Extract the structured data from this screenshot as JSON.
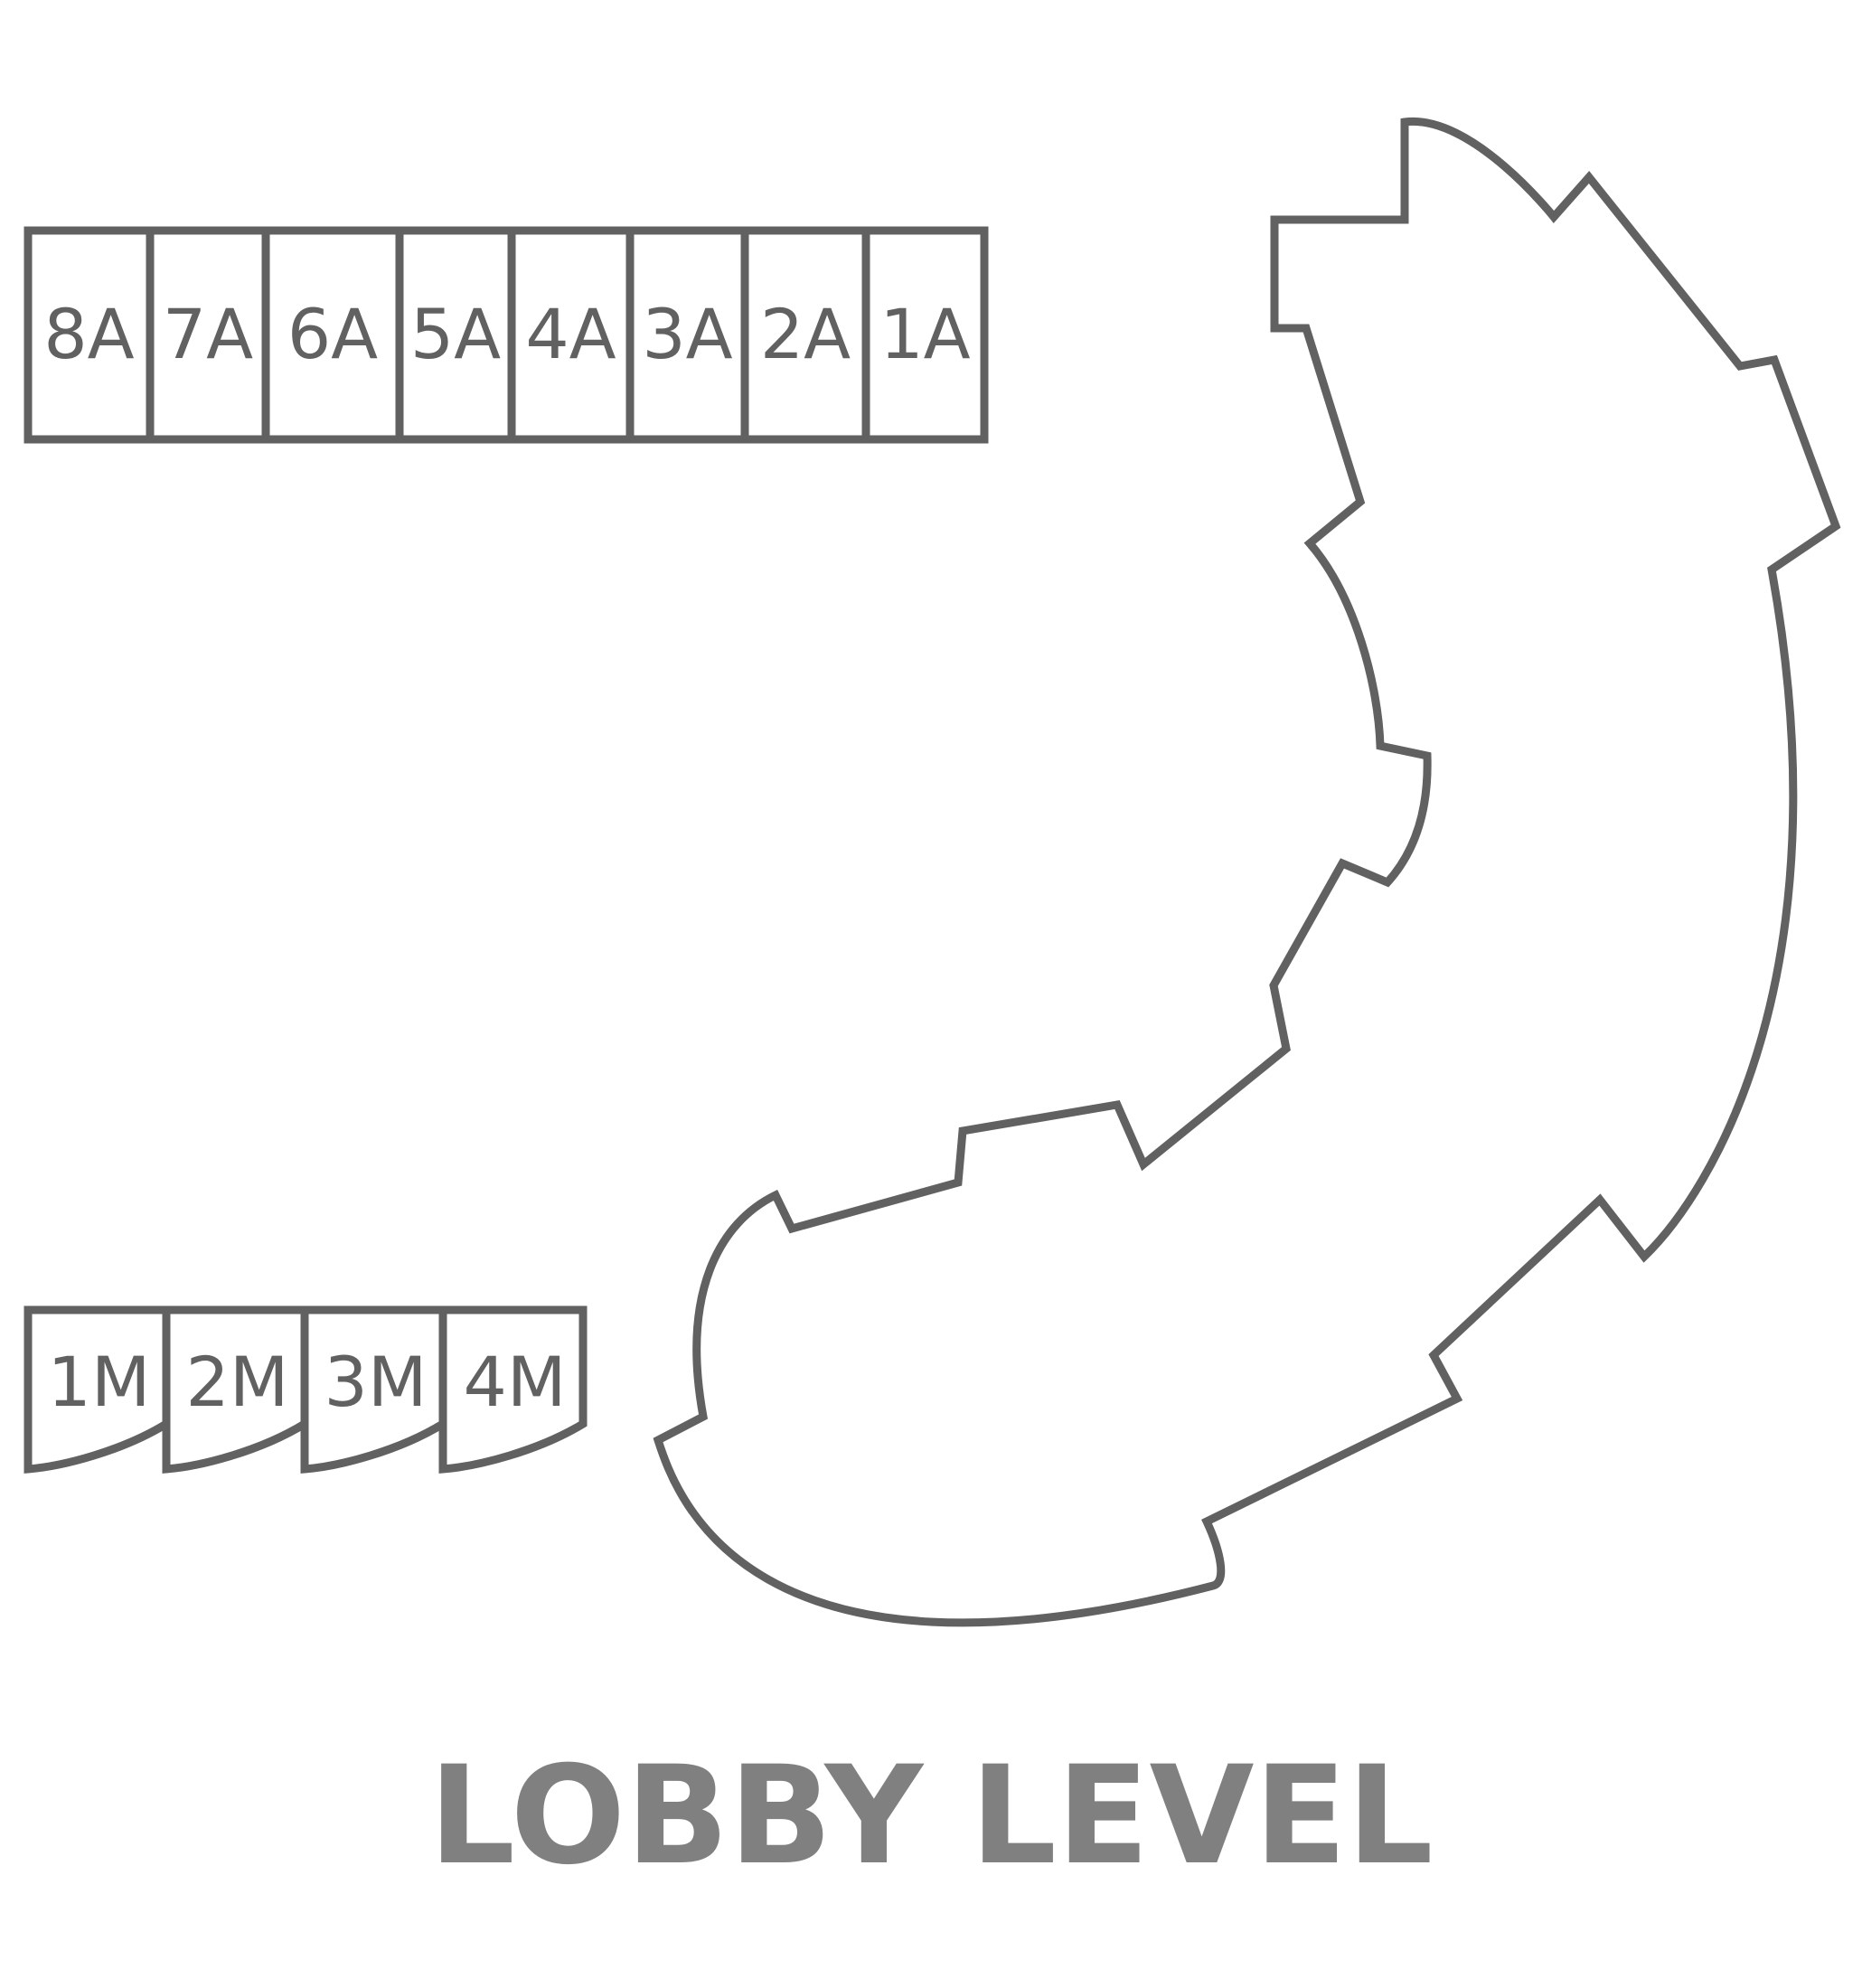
{
  "floor_plan": {
    "title": "LOBBY LEVEL",
    "stroke_color": "#616161",
    "title_color": "#808080",
    "background_color": "#ffffff",
    "a_units": [
      "8A",
      "7A",
      "6A",
      "5A",
      "4A",
      "3A",
      "2A",
      "1A"
    ],
    "m_units": [
      "1M",
      "2M",
      "3M",
      "4M"
    ]
  }
}
